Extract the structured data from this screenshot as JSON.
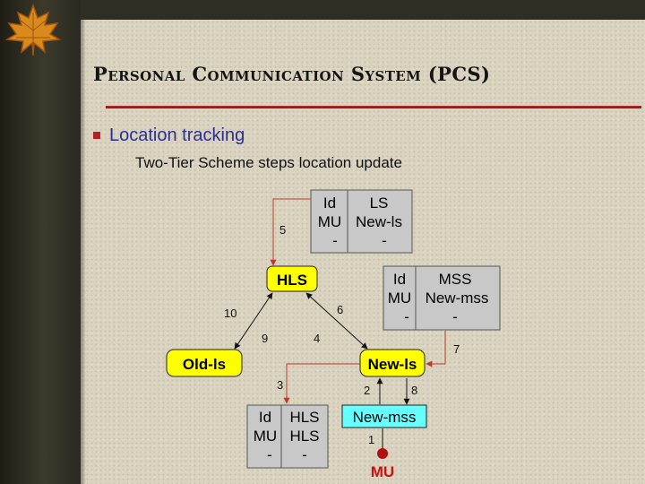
{
  "slide": {
    "title": "Personal Communication System (PCS)",
    "heading": "Location tracking",
    "subheading": "Two-Tier Scheme steps location update"
  },
  "diagram": {
    "nodes": {
      "hls": "HLS",
      "old_ls": "Old-ls",
      "new_ls": "New-ls",
      "new_mss": "New-mss",
      "mu": "MU"
    },
    "tables": {
      "ls_table": {
        "headers": [
          "Id",
          "LS"
        ],
        "rows": [
          [
            "MU",
            "New-ls"
          ],
          [
            "-",
            "-"
          ]
        ]
      },
      "mss_table": {
        "headers": [
          "Id",
          "MSS"
        ],
        "rows": [
          [
            "MU",
            "New-mss"
          ],
          [
            "-",
            "-"
          ]
        ]
      },
      "hls_table": {
        "headers": [
          "Id",
          "HLS"
        ],
        "rows": [
          [
            "MU",
            "HLS"
          ],
          [
            "-",
            "-"
          ]
        ]
      }
    },
    "step_labels": {
      "s1": "1",
      "s2": "2",
      "s3": "3",
      "s4": "4",
      "s5": "5",
      "s6": "6",
      "s7": "7",
      "s8": "8",
      "s9": "9",
      "s10": "10"
    }
  },
  "colors": {
    "node_yellow": "#ffff00",
    "node_cyan": "#66ffff",
    "table_gray": "#c8c8c8",
    "arrow_red": "#c0392b",
    "mu_red": "#cc1111",
    "heading_blue": "#2b2f8f",
    "title_rule": "#b22222"
  },
  "icons": [
    "maple-leaf-icon",
    "bullet-icon"
  ]
}
